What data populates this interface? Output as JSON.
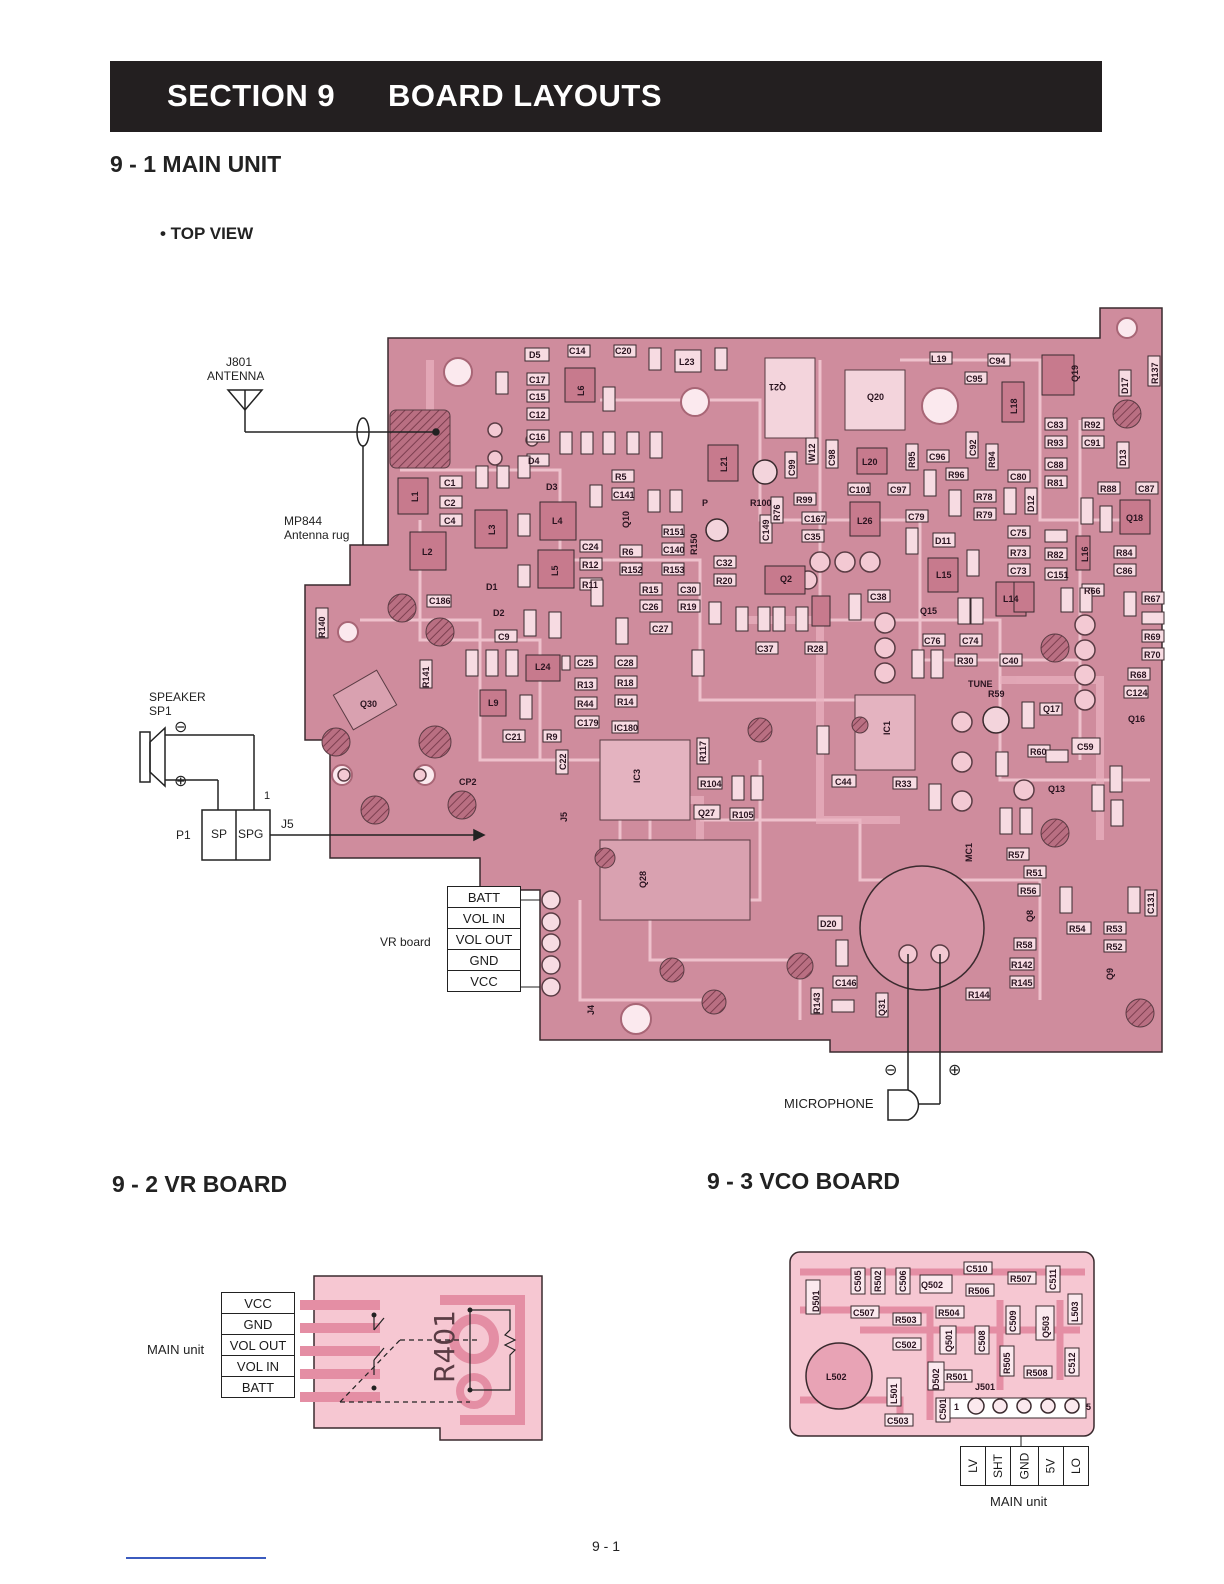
{
  "header": {
    "section": "SECTION 9",
    "title": "BOARD LAYOUTS"
  },
  "main_unit": {
    "heading": "9 - 1  MAIN UNIT",
    "view": "• TOP VIEW",
    "antenna_ref": "J801",
    "antenna_name": "ANTENNA",
    "antenna_rug_ref": "MP844",
    "antenna_rug_name": "Antenna rug",
    "speaker_name": "SPEAKER",
    "speaker_ref": "SP1",
    "minus": "⊖",
    "plus": "⊕",
    "p1": "P1",
    "sp": "SP",
    "spg": "SPG",
    "pin1": "1",
    "j5": "J5",
    "vr_board": "VR board",
    "vr_pins": [
      "BATT",
      "VOL IN",
      "VOL OUT",
      "GND",
      "VCC"
    ],
    "microphone": "MICROPHONE",
    "board_labels": {
      "tune": "TUNE",
      "cp2": "CP2",
      "mc1": "MC1",
      "j5": "J5",
      "j4": "J4",
      "p": "P",
      "q30": "Q30",
      "q20": "Q20",
      "q21": "Q21",
      "q28": "Q28",
      "ic1": "IC1",
      "ic3": "IC3",
      "d5": "D5",
      "c14": "C14",
      "c20": "C20",
      "l23": "L23",
      "l19": "L19",
      "c94": "C94",
      "c95": "C95",
      "l6": "L6",
      "l18": "L18",
      "q19": "Q19",
      "l21": "L21",
      "l20": "L20",
      "r100": "R100",
      "l26": "L26",
      "l15": "L15",
      "l14": "L14",
      "l16": "L16",
      "q18": "Q18",
      "l1": "L1",
      "l2": "L2",
      "l3": "L3",
      "l4": "L4",
      "l5": "L5",
      "d3": "D3",
      "d4": "D4",
      "q2": "Q2",
      "q15": "Q15",
      "q16": "Q16",
      "q17": "Q17",
      "c59": "C59",
      "r59": "R59",
      "l24": "L24",
      "l9": "L9",
      "q27": "Q27",
      "d20": "D20",
      "r144": "R144",
      "q8": "Q8",
      "q9": "Q9",
      "q13": "Q13",
      "r140": "R140",
      "r141": "R141",
      "c186": "C186",
      "d1": "D1",
      "d2": "D2",
      "c21": "C21",
      "r9": "R9",
      "c44": "C44",
      "r33": "R33",
      "c146": "C146",
      "r143": "R143",
      "q31": "Q31",
      "r142": "R142",
      "r145": "R145",
      "r58": "R58",
      "r57": "R57",
      "r51": "R51",
      "r56": "R56",
      "r54": "R54",
      "r53": "R53",
      "r52": "R52",
      "c37": "C37",
      "r28": "R28",
      "c38": "C38",
      "c76": "C76",
      "c74": "C74",
      "r30": "R30",
      "c40": "C40",
      "r60": "R60",
      "r104": "R104",
      "r105": "R105",
      "c24": "C24",
      "r12": "R12",
      "r11": "R11",
      "c32": "C32",
      "r20": "R20",
      "c167": "C167",
      "c35": "C35",
      "r99": "R99",
      "c101": "C101",
      "c97": "C97",
      "c96": "C96",
      "r96": "R96",
      "c80": "C80",
      "r81": "R81",
      "c83": "C83",
      "r93": "R93",
      "c91": "C91",
      "r92": "R92",
      "c88": "C88",
      "r88": "R88",
      "c87": "C87",
      "r78": "R78",
      "r79": "R79",
      "c75": "C75",
      "r73": "R73",
      "r82": "R82",
      "c73": "C73",
      "c151": "C151",
      "r66": "R66",
      "r84": "R84",
      "c86": "C86",
      "r67": "R67",
      "r69": "R69",
      "r70": "R70",
      "r68": "R68",
      "c124": "C124",
      "c141": "C141",
      "r5": "R5",
      "r6": "R6",
      "r151": "R151",
      "c140": "C140",
      "r152": "R152",
      "r153": "R153",
      "r15": "R15",
      "c30": "C30",
      "c26": "C26",
      "r19": "R19",
      "c27": "C27",
      "c25": "C25",
      "c28": "C28",
      "r13": "R13",
      "r18": "R18",
      "r44": "R44",
      "r14": "R14",
      "c179": "C179",
      "ic180": "IC180",
      "c17": "C17",
      "c15": "C15",
      "c12": "C12",
      "c16": "C16",
      "c1": "C1",
      "c2": "C2",
      "c4": "C4",
      "c9": "C9",
      "d11": "D11",
      "r150": "R150",
      "c22": "C22",
      "r117": "R117",
      "c179b": "C179",
      "c92": "C92",
      "r137": "R137",
      "c79": "C79",
      "c149": "C149",
      "c99": "C99",
      "c98": "C98",
      "w12": "W12",
      "r95": "R95",
      "r94": "R94",
      "d13": "D13",
      "d12": "D12",
      "d17": "D17",
      "q10": "Q10",
      "r76": "R76",
      "c131": "C131"
    }
  },
  "vr_board": {
    "heading": "9 - 2  VR BOARD",
    "main_unit_label": "MAIN unit",
    "pins": [
      "VCC",
      "GND",
      "VOL OUT",
      "VOL IN",
      "BATT"
    ],
    "component": "R401"
  },
  "vco_board": {
    "heading": "9 - 3  VCO BOARD",
    "pins": [
      "LV",
      "SHT",
      "GND",
      "5V",
      "LO"
    ],
    "main_unit_label": "MAIN unit",
    "connector": "J501",
    "pin_first": "1",
    "pin_last": "5",
    "labels": {
      "d501": "D501",
      "c505": "C505",
      "r502": "R502",
      "c506": "C506",
      "q502": "Q502",
      "c510": "C510",
      "r506": "R506",
      "r507": "R507",
      "c511": "C511",
      "c507": "C507",
      "r503": "R503",
      "r504": "R504",
      "q501": "Q501",
      "c509": "C509",
      "q503": "Q503",
      "l503": "L503",
      "c502": "C502",
      "c508": "C508",
      "l502": "L502",
      "d502": "D502",
      "r501": "R501",
      "r505": "R505",
      "r508": "R508",
      "c512": "C512",
      "l501": "L501",
      "c501": "C501",
      "c503": "C503"
    }
  },
  "footer": {
    "page_number": "9 - 1"
  },
  "colors": {
    "board": "#cc8a9a",
    "board_light": "#e8b6c3",
    "pad": "#fbe9ee",
    "banner": "#231f20",
    "footer_line": "#3b5bbf"
  }
}
